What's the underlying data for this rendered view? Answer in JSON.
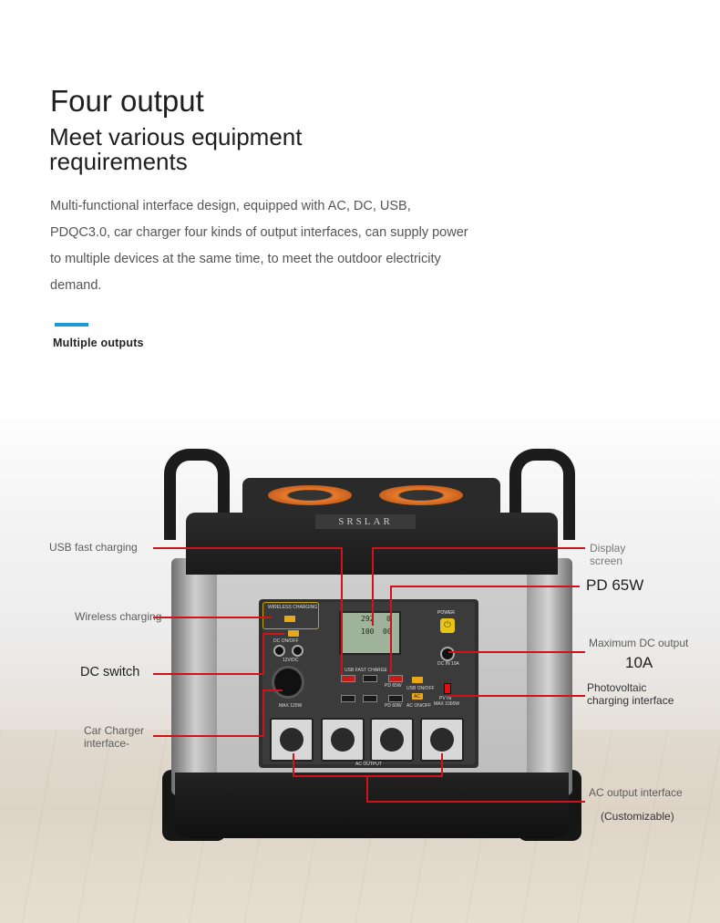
{
  "header": {
    "title": "Four output",
    "subtitle_line1": "Meet various equipment",
    "subtitle_line2": "requirements"
  },
  "description": {
    "line1": "Multi-functional interface design, equipped with AC, DC, USB,",
    "line2": "PDQC3.0, car charger four kinds of output interfaces, can supply power",
    "line3": "to multiple devices at the same time, to meet the outdoor electricity",
    "line4": "demand."
  },
  "section_tag": "Multiple outputs",
  "accent_color": "#1a9ad6",
  "callout_color": "#d0121b",
  "device": {
    "brand": "SRSLAR",
    "panel_labels": {
      "wireless": "WIRELESS CHARGING",
      "dc_onoff": "DC ON/OFF",
      "dc_voltage": "12V/DC",
      "car_max": "MAX 120W",
      "usb_fast": "USB FAST CHARGE",
      "pd": "PD 65W",
      "usb_onoff": "USB ON/OFF",
      "ac": "AC",
      "ac_onoff": "AC ON/OFF",
      "pd60": "PD 60W",
      "power": "POWER",
      "dc_in": "DC IN 10A",
      "pv_in": "PV IN",
      "max_1000": "MAX 1000W",
      "ac_output": "AC OUTPUT"
    },
    "screen": {
      "value_a": "292",
      "value_b": "0",
      "value_c": "100",
      "value_d": "00"
    }
  },
  "callouts": {
    "usb_fast_charging": "USB fast charging",
    "wireless_charging": "Wireless charging",
    "dc_switch": "DC switch",
    "car_charger_1": "Car Charger",
    "car_charger_2": "interface-",
    "display_1": "Display",
    "display_2": "screen",
    "pd_65w": "PD 65W",
    "max_dc_output": "Maximum DC output",
    "ten_a": "10A",
    "pv_1": "Photovoltaic",
    "pv_2": "charging interface",
    "ac_output": "AC output interface",
    "customizable": "(Customizable)"
  }
}
